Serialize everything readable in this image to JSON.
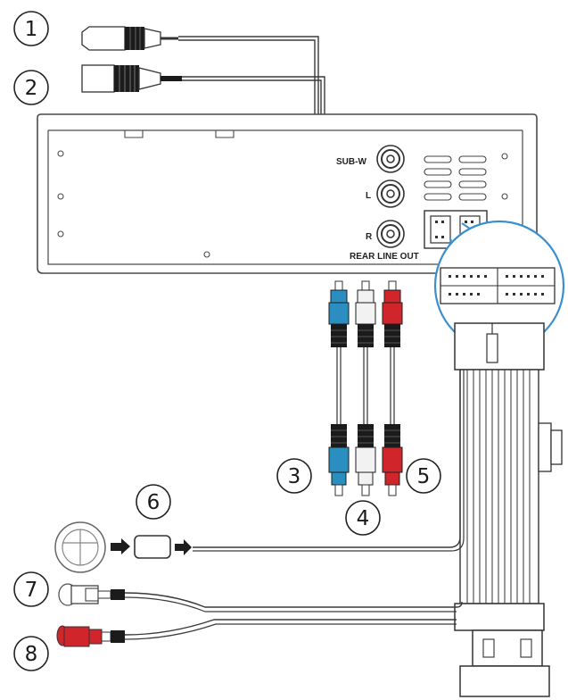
{
  "callouts": {
    "c1": "1",
    "c2": "2",
    "c3": "3",
    "c4": "4",
    "c5": "5",
    "c6": "6",
    "c7": "7",
    "c8": "8"
  },
  "panel": {
    "subw_label": "SUB-W",
    "l_label": "L",
    "r_label": "R",
    "rear_out_label": "REAR LINE OUT"
  },
  "colors": {
    "rca_blue": "#2a8fc0",
    "rca_white": "#f2f2f2",
    "rca_red": "#d0262b",
    "highlight_circle": "#3a8fd0",
    "line": "#3a3a3a"
  }
}
